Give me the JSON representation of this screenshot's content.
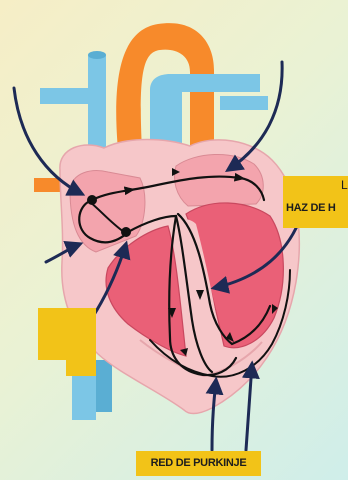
{
  "labels": {
    "purkinje": "RED DE PURKINJE",
    "his_bundle": "HAZ DE H",
    "his_cut": "L"
  },
  "colors": {
    "vessel_blue": "#7cc6e6",
    "aorta_orange": "#f78a2b",
    "heart_pink": "#f6c7c9",
    "myocardium": "#ea6077",
    "conduction_path": "#111111",
    "arrow_navy": "#1d2a55",
    "label_yellow": "#f2c318"
  },
  "icons": [
    "arrow-icon"
  ]
}
